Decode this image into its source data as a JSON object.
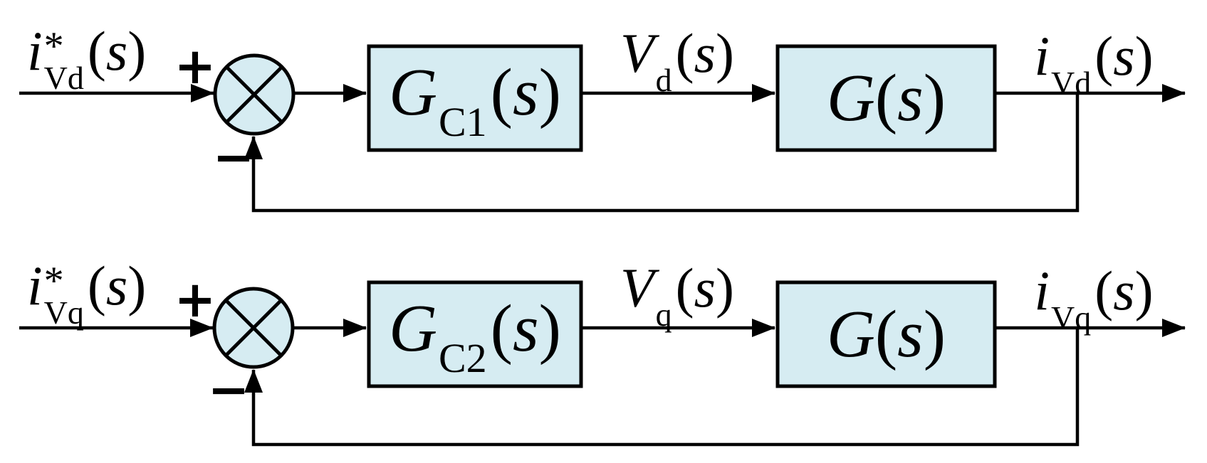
{
  "colors": {
    "background": "#ffffff",
    "line": "#000000",
    "text": "#000000",
    "node-fill": "#d6ecf2"
  },
  "loops": [
    {
      "input": {
        "base": "i",
        "sup": "*",
        "sub": "Vd",
        "open": "(",
        "svar": "s",
        "close": ")"
      },
      "plus": "+",
      "minus": "−",
      "controller": {
        "base": "G",
        "sub": "C1",
        "open": "(",
        "svar": "s",
        "close": ")"
      },
      "control_signal": {
        "base": "V",
        "sub": "d",
        "open": "(",
        "svar": "s",
        "close": ")"
      },
      "plant": {
        "base": "G",
        "open": "(",
        "svar": "s",
        "close": ")"
      },
      "output": {
        "base": "i",
        "sub": "Vd",
        "open": "(",
        "svar": "s",
        "close": ")"
      }
    },
    {
      "input": {
        "base": "i",
        "sup": "*",
        "sub": "Vq",
        "open": "(",
        "svar": "s",
        "close": ")"
      },
      "plus": "+",
      "minus": "−",
      "controller": {
        "base": "G",
        "sub": "C2",
        "open": "(",
        "svar": "s",
        "close": ")"
      },
      "control_signal": {
        "base": "V",
        "sub": "q",
        "open": "(",
        "svar": "s",
        "close": ")"
      },
      "plant": {
        "base": "G",
        "open": "(",
        "svar": "s",
        "close": ")"
      },
      "output": {
        "base": "i",
        "sub": "Vq",
        "open": "(",
        "svar": "s",
        "close": ")"
      }
    }
  ]
}
